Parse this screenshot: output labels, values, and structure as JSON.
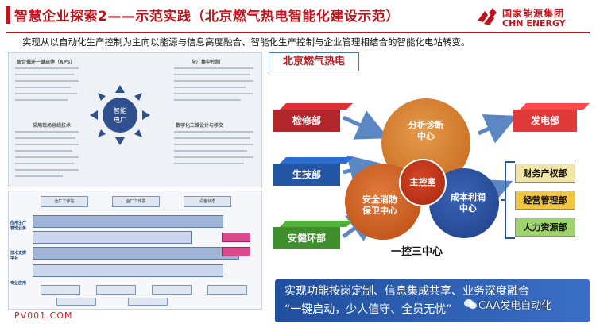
{
  "header": {
    "title": "智慧企业探索2——示范实践（北京燃气热电智能化建设示范）",
    "logo_cn": "国家能源集团",
    "logo_en": "CHN ENERGY"
  },
  "subtitle": "实现从以自动化生产控制为主向以能源与信息高度融合、智能化生产控制与企业管理相结合的智能化电站转变。",
  "left_doc": {
    "col1_title_a": "联合循环一键启停（APS）",
    "col1_title_b": "采用现场总线技术",
    "col2_title_a": "全厂集中控制",
    "col2_title_b": "数字化三维设计与移交",
    "center_label_top": "智能",
    "center_label_bottom": "电厂"
  },
  "left_arch": {
    "side_labels": [
      "应用生产管理业务",
      "技术支撑平台",
      "专业应用"
    ],
    "top_boxes": [
      "全厂工作站",
      "全厂工作票",
      "设备状态"
    ],
    "watermark": "PV001.COM"
  },
  "right": {
    "location_label": "北京燃气热电",
    "depts_left": [
      {
        "label": "检修部",
        "color": "#b3262c"
      },
      {
        "label": "生技部",
        "color": "#2456a6"
      },
      {
        "label": "安健环部",
        "color": "#3f8f2d"
      }
    ],
    "dept_top_right": "发电部",
    "finance_boxes": [
      {
        "label": "财务产权部",
        "color": "#f2e6a6"
      },
      {
        "label": "经营管理部",
        "color": "#f2c640"
      },
      {
        "label": "人力资源部",
        "color": "#9fd36b"
      }
    ],
    "circles": {
      "analyze": "分析诊断\n中心",
      "safety": "安全消防\n保卫中心",
      "cost": "成本利润\n中心",
      "main": "主控室"
    },
    "center_caption": "一控三中心"
  },
  "banner": {
    "line1": "实现功能按岗定制、信息集成共享、业务深度融合",
    "line2": "“一键启动，少人值守、全员无忧”",
    "watermark": "CAA发电自动化"
  }
}
